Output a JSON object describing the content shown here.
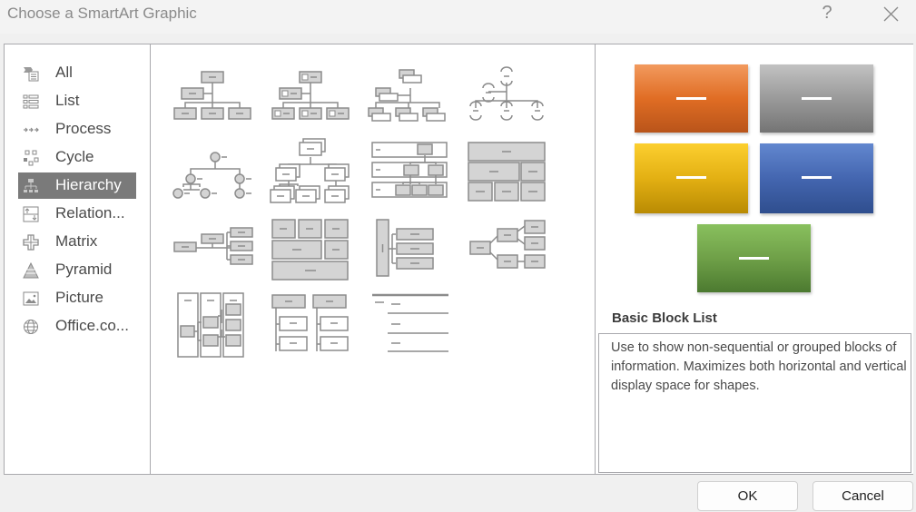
{
  "window": {
    "title": "Choose a SmartArt Graphic",
    "help_label": "?",
    "close_icon": "close-icon"
  },
  "categories": [
    {
      "label": "All",
      "icon": "all-icon",
      "selected": false
    },
    {
      "label": "List",
      "icon": "list-icon",
      "selected": false
    },
    {
      "label": "Process",
      "icon": "process-icon",
      "selected": false
    },
    {
      "label": "Cycle",
      "icon": "cycle-icon",
      "selected": false
    },
    {
      "label": "Hierarchy",
      "icon": "hierarchy-icon",
      "selected": true
    },
    {
      "label": "Relation...",
      "icon": "relationship-icon",
      "selected": false
    },
    {
      "label": "Matrix",
      "icon": "matrix-icon",
      "selected": false
    },
    {
      "label": "Pyramid",
      "icon": "pyramid-icon",
      "selected": false
    },
    {
      "label": "Picture",
      "icon": "picture-icon",
      "selected": false
    },
    {
      "label": "Office.co...",
      "icon": "globe-icon",
      "selected": false
    }
  ],
  "layouts": [
    {
      "id": "organization-chart"
    },
    {
      "id": "picture-organization-chart"
    },
    {
      "id": "name-and-title-organization-chart"
    },
    {
      "id": "half-circle-organization-chart"
    },
    {
      "id": "circle-picture-hierarchy"
    },
    {
      "id": "hierarchy"
    },
    {
      "id": "labeled-hierarchy"
    },
    {
      "id": "table-hierarchy"
    },
    {
      "id": "horizontal-organization-chart"
    },
    {
      "id": "architecture-layout"
    },
    {
      "id": "hierarchy-list"
    },
    {
      "id": "horizontal-hierarchy"
    },
    {
      "id": "lined-list"
    },
    {
      "id": "horizontal-labeled-hierarchy"
    },
    {
      "id": "horizontal-multi-level-hierarchy"
    }
  ],
  "preview": {
    "colors": [
      "#e06d24",
      "#9a9a9a",
      "#e3b013",
      "#4466b0",
      "#6fa048"
    ],
    "layout_name": "Basic Block List",
    "description": "Use to show non-sequential or grouped blocks of information. Maximizes both horizontal and vertical display space for shapes."
  },
  "buttons": {
    "ok": "OK",
    "cancel": "Cancel"
  }
}
